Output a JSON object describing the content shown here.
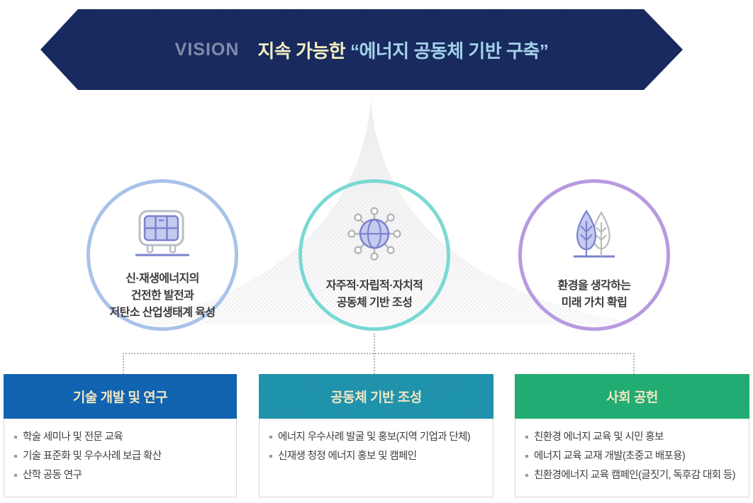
{
  "banner": {
    "label": "VISION",
    "slogan_plain": "지속 가능한 ",
    "slogan_quoted": "“에너지 공동체 기반 구축”"
  },
  "goals": [
    {
      "icon": "solar-panel-icon",
      "border_color": "#a9c2e9",
      "lines": [
        "신·재생에너지의",
        "건전한 발전과",
        "저탄소 산업생태계 육성"
      ]
    },
    {
      "icon": "network-globe-icon",
      "border_color": "#7ad9d3",
      "lines": [
        "자주적·자립적·자치적",
        "공동체 기반 조성"
      ]
    },
    {
      "icon": "leaves-icon",
      "border_color": "#b79ae0",
      "lines": [
        "환경을 생각하는",
        "미래 가치 확립"
      ]
    }
  ],
  "strategies": [
    {
      "title": "기술 개발 및 연구",
      "header_color": "#0e63b2",
      "items": [
        "학술 세미나 및 전문 교육",
        "기술 표준화 및 우수사례 보급 확산",
        "산학 공동 연구"
      ]
    },
    {
      "title": "공동체 기반 조성",
      "header_color": "#1d93ad",
      "items": [
        "에너지 우수사례 발굴 및 홍보(지역 기업과 단체)",
        "신재생 청정 에너지 홍보 및 캠페인"
      ]
    },
    {
      "title": "사회 공헌",
      "header_color": "#1fad72",
      "items": [
        "친환경 에너지 교육 및 시민 홍보",
        "에너지 교육 교재 개발(초중고 배포용)",
        "친환경에너지 교육 캠페인(글짓기, 독후감 대회 등)"
      ]
    }
  ],
  "colors": {
    "banner_bg": "#14265c",
    "vision_label_text": "#7e8cab",
    "banner_text_yellow": "#f2edc0",
    "banner_text_blue": "#a3d2e8",
    "header_title_text": "#f1e6c2",
    "icon_accent_purple": "#7b82cc",
    "icon_accent_purple_fill": "#c6caef",
    "icon_neutral_gray": "#b6b6b6",
    "connector_dotted_gray": "#b6b6b6"
  }
}
